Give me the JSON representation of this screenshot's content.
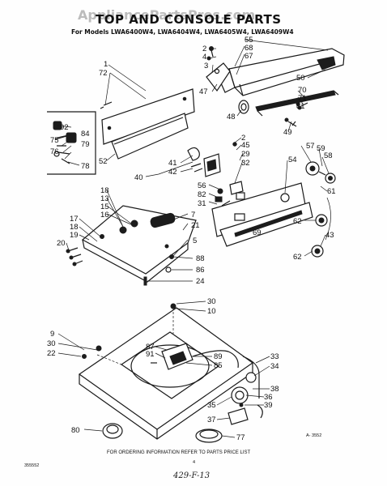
{
  "watermark": "AppliancePartsPros.com",
  "title": "TOP AND CONSOLE PARTS",
  "models_line": "For Models LWA6400W4, LWA6404W4, LWA6405W4, LWA6409W4",
  "callouts": [
    {
      "id": "c-2a",
      "text": "2"
    },
    {
      "id": "c-4",
      "text": "4"
    },
    {
      "id": "c-3",
      "text": "3"
    },
    {
      "id": "c-55",
      "text": "55"
    },
    {
      "id": "c-68",
      "text": "68"
    },
    {
      "id": "c-67",
      "text": "67"
    },
    {
      "id": "c-1",
      "text": "1"
    },
    {
      "id": "c-72",
      "text": "72"
    },
    {
      "id": "c-47",
      "text": "47"
    },
    {
      "id": "c-50",
      "text": "50"
    },
    {
      "id": "c-70",
      "text": "70"
    },
    {
      "id": "c-71",
      "text": "71"
    },
    {
      "id": "c-81",
      "text": "81"
    },
    {
      "id": "c-48",
      "text": "48"
    },
    {
      "id": "c-49",
      "text": "49"
    },
    {
      "id": "c-92",
      "text": "92"
    },
    {
      "id": "c-84",
      "text": "84"
    },
    {
      "id": "c-75",
      "text": "75"
    },
    {
      "id": "c-79",
      "text": "79"
    },
    {
      "id": "c-76",
      "text": "76"
    },
    {
      "id": "c-78",
      "text": "78"
    },
    {
      "id": "c-52",
      "text": "52"
    },
    {
      "id": "c-2b",
      "text": "2"
    },
    {
      "id": "c-45",
      "text": "45"
    },
    {
      "id": "c-29",
      "text": "29"
    },
    {
      "id": "c-32",
      "text": "32"
    },
    {
      "id": "c-57",
      "text": "57"
    },
    {
      "id": "c-59",
      "text": "59"
    },
    {
      "id": "c-58",
      "text": "58"
    },
    {
      "id": "c-54",
      "text": "54"
    },
    {
      "id": "c-41",
      "text": "41"
    },
    {
      "id": "c-42",
      "text": "42"
    },
    {
      "id": "c-40",
      "text": "40"
    },
    {
      "id": "c-56",
      "text": "56"
    },
    {
      "id": "c-82",
      "text": "82"
    },
    {
      "id": "c-31",
      "text": "31"
    },
    {
      "id": "c-61",
      "text": "61"
    },
    {
      "id": "c-18",
      "text": "18"
    },
    {
      "id": "c-13",
      "text": "13"
    },
    {
      "id": "c-15",
      "text": "15"
    },
    {
      "id": "c-16",
      "text": "16"
    },
    {
      "id": "c-17",
      "text": "17"
    },
    {
      "id": "c-18b",
      "text": "18"
    },
    {
      "id": "c-19",
      "text": "19"
    },
    {
      "id": "c-20",
      "text": "20"
    },
    {
      "id": "c-7",
      "text": "7"
    },
    {
      "id": "c-21",
      "text": "21"
    },
    {
      "id": "c-69",
      "text": "69"
    },
    {
      "id": "c-62a",
      "text": "62"
    },
    {
      "id": "c-43",
      "text": "43"
    },
    {
      "id": "c-5",
      "text": "5"
    },
    {
      "id": "c-62b",
      "text": "62"
    },
    {
      "id": "c-88",
      "text": "88"
    },
    {
      "id": "c-86",
      "text": "86"
    },
    {
      "id": "c-24",
      "text": "24"
    },
    {
      "id": "c-30a",
      "text": "30"
    },
    {
      "id": "c-10",
      "text": "10"
    },
    {
      "id": "c-9",
      "text": "9"
    },
    {
      "id": "c-30b",
      "text": "30"
    },
    {
      "id": "c-22",
      "text": "22"
    },
    {
      "id": "c-87",
      "text": "87"
    },
    {
      "id": "c-91",
      "text": "91"
    },
    {
      "id": "c-89",
      "text": "89"
    },
    {
      "id": "c-85",
      "text": "85"
    },
    {
      "id": "c-33",
      "text": "33"
    },
    {
      "id": "c-34",
      "text": "34"
    },
    {
      "id": "c-38",
      "text": "38"
    },
    {
      "id": "c-36",
      "text": "36"
    },
    {
      "id": "c-39",
      "text": "39"
    },
    {
      "id": "c-35",
      "text": "35"
    },
    {
      "id": "c-37",
      "text": "37"
    },
    {
      "id": "c-80",
      "text": "80"
    },
    {
      "id": "c-77",
      "text": "77"
    }
  ],
  "figure_code": "A- 3552",
  "footer_note": "FOR ORDERING INFORMATION REFER TO PARTS PRICE LIST",
  "page_number": "4",
  "doc_number": "355552",
  "handwritten": "429-F-13"
}
